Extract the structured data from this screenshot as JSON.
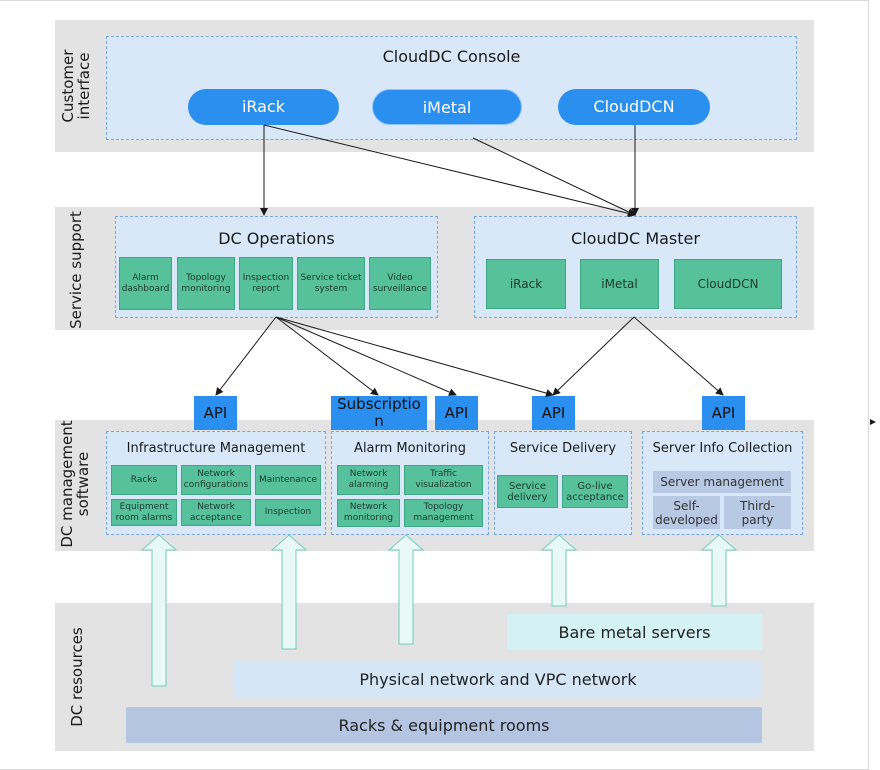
{
  "layers": {
    "customer": "Customer\ninterface",
    "service": "Service support",
    "mgmt": "DC management\nsoftware",
    "resources": "DC resources"
  },
  "console": {
    "title": "CloudDC Console",
    "buttons": [
      "iRack",
      "iMetal",
      "CloudDCN"
    ]
  },
  "operations": {
    "title": "DC Operations",
    "items": [
      "Alarm\ndashboard",
      "Topology\nmonitoring",
      "Inspection\nreport",
      "Service ticket\nsystem",
      "Video\nsurveillance"
    ]
  },
  "master": {
    "title": "CloudDC Master",
    "items": [
      "iRack",
      "iMetal",
      "CloudDCN"
    ]
  },
  "apis": [
    "API",
    "Subscriptio\nn",
    "API",
    "API",
    "API"
  ],
  "infra": {
    "title": "Infrastructure Management",
    "items": [
      "Racks",
      "Network\nconfigurations",
      "Maintenance",
      "Equipment\nroom alarms",
      "Network\nacceptance",
      "Inspection"
    ]
  },
  "alarm": {
    "title": "Alarm Monitoring",
    "items": [
      "Network\nalarming",
      "Traffic\nvisualization",
      "Network\nmonitoring",
      "Topology\nmanagement"
    ]
  },
  "delivery": {
    "title": "Service Delivery",
    "items": [
      "Service\ndelivery",
      "Go-live\nacceptance"
    ]
  },
  "serverinfo": {
    "title": "Server Info Collection",
    "top": "Server management",
    "items": [
      "Self-\ndeveloped",
      "Third-\nparty"
    ]
  },
  "resources": {
    "bare": "Bare metal servers",
    "network": "Physical network and VPC network",
    "racks": "Racks & equipment rooms"
  },
  "colors": {
    "band": "#e3e3e3",
    "container": "#d9e8f8",
    "blue": "#2b8ff0",
    "green": "#56c19a",
    "gray_box": "#b7c9e3"
  }
}
